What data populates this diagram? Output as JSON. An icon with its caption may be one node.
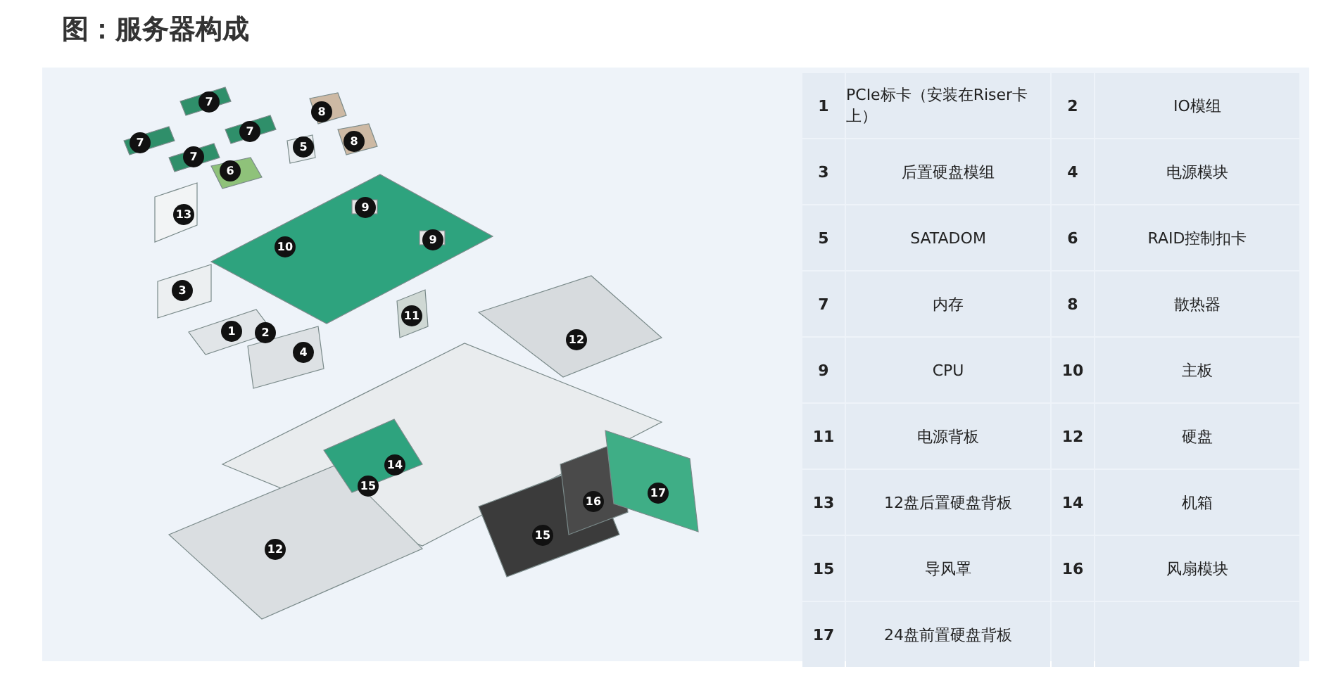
{
  "diagram": {
    "title": "图：服务器构成",
    "labels": [
      "7",
      "7",
      "8",
      "7",
      "7",
      "5",
      "8",
      "6",
      "13",
      "9",
      "10",
      "9",
      "3",
      "11",
      "1",
      "2",
      "4",
      "12",
      "14",
      "15",
      "16",
      "17",
      "15",
      "12",
      "1",
      "PCIe标卡（安装在Riser卡上）",
      "2",
      "IO模组",
      "3",
      "后置硬盘模组",
      "4",
      "电源模块",
      "5",
      "SATADOM",
      "6",
      "RAID控制扣卡",
      "7",
      "内存",
      "8",
      "散热器",
      "9",
      "CPU",
      "10",
      "主板",
      "11",
      "电源背板",
      "12",
      "硬盘",
      "13",
      "12盘后置硬盘背板",
      "14",
      "机箱",
      "15",
      "导风罩",
      "16",
      "风扇模块",
      "17",
      "24盘前置硬盘背板"
    ]
  }
}
